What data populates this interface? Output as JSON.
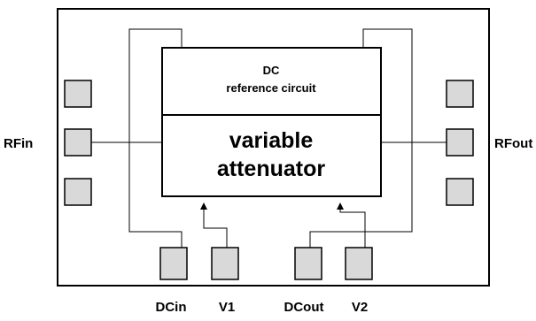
{
  "blocks": {
    "dc_reference": {
      "line1": "DC",
      "line2": "reference circuit"
    },
    "attenuator": {
      "line1": "variable",
      "line2": "attenuator"
    }
  },
  "ports": {
    "rf_in": "RFin",
    "rf_out": "RFout",
    "dc_in": "DCin",
    "v1": "V1",
    "dc_out": "DCout",
    "v2": "V2"
  },
  "colors": {
    "stroke": "#000000",
    "pad_fill": "#d9d9d9",
    "background": "#ffffff"
  }
}
